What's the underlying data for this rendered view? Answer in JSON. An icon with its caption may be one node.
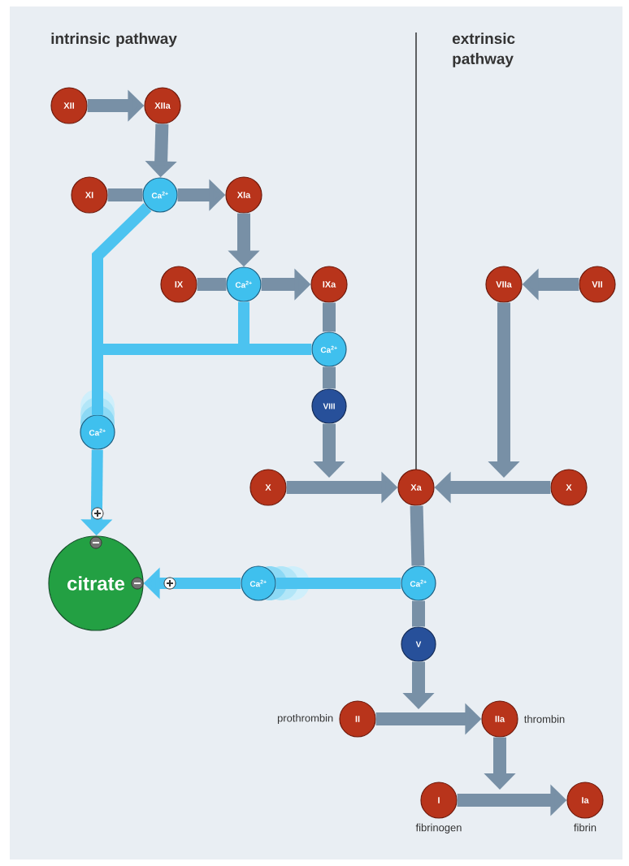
{
  "diagram": {
    "nodes": [
      {
        "text": [
          "XII"
        ]
      },
      {
        "text": [
          "XIIa"
        ]
      },
      {
        "text": [
          "XI"
        ]
      },
      {
        "text": [
          "Ca$^{2+}$"
        ]
      },
      {
        "text": [
          "XIa"
        ]
      },
      {
        "text": [
          "IX"
        ]
      },
      {
        "text": [
          "Ca$^{2+}$"
        ]
      },
      {
        "text": [
          "IXa"
        ]
      },
      {
        "text": [
          "VIIa"
        ]
      },
      {
        "text": [
          "VII"
        ]
      },
      {
        "text": [
          "Ca$^{2+}$"
        ]
      },
      {
        "text": [
          "VIII"
        ]
      },
      {
        "text": [
          "Ca$^{2+}$"
        ]
      },
      {
        "text": [
          "X"
        ]
      },
      {
        "text": [
          "Xa"
        ]
      },
      {
        "text": [
          "X"
        ]
      },
      {
        "text": [
          "citrate"
        ]
      },
      {
        "text": [
          "Ca$^{2+}$"
        ]
      },
      {
        "text": [
          "Ca$^{2+}$"
        ]
      },
      {
        "text": [
          "V"
        ]
      },
      {
        "text": [
          "II"
        ],
        "beside": [
          "prothrombin"
        ]
      },
      {
        "text": [
          "IIa"
        ],
        "beside": [
          "thrombin"
        ]
      },
      {
        "text": [
          "I"
        ],
        "beside": [
          "fibrinogen"
        ]
      },
      {
        "text": [
          "Ia"
        ],
        "beside": [
          "fibrin"
        ]
      }
    ],
    "edges": [
      {
        "from": 0,
        "to": 1,
        "arrow": "to"
      },
      {
        "from": 1,
        "to": 3,
        "arrow": "to"
      },
      {
        "from": 2,
        "to": 3,
        "arrow": "none"
      },
      {
        "from": 3,
        "to": 4,
        "arrow": "to"
      },
      {
        "from": 4,
        "to": 6,
        "arrow": "to"
      },
      {
        "from": 5,
        "to": 6,
        "arrow": "none"
      },
      {
        "from": 6,
        "to": 7,
        "arrow": "to"
      },
      {
        "from": 9,
        "to": 8,
        "arrow": "to"
      },
      {
        "from": 7,
        "to": 10,
        "arrow": "none"
      },
      {
        "from": 10,
        "to": 11,
        "arrow": "none"
      },
      {
        "from": 11,
        "to": null,
        "arrow": "to"
      },
      {
        "from": 8,
        "to": null,
        "arrow": "to"
      },
      {
        "from": 13,
        "to": 14,
        "arrow": "to"
      },
      {
        "from": 15,
        "to": 14,
        "arrow": "to"
      },
      {
        "from": 14,
        "to": 18,
        "arrow": "none"
      },
      {
        "from": 18,
        "to": 19,
        "arrow": "none"
      },
      {
        "from": 19,
        "to": null,
        "arrow": "to"
      },
      {
        "from": 20,
        "to": 21,
        "arrow": "to"
      },
      {
        "from": 21,
        "to": null,
        "arrow": "to"
      },
      {
        "from": 22,
        "to": 23,
        "arrow": "to"
      },
      {
        "from": 3,
        "to": 12,
        "arrow": "none",
        "color": "#4cc3f0"
      },
      {
        "from": 6,
        "to": 12,
        "arrow": "none",
        "color": "#4cc3f0"
      },
      {
        "from": 10,
        "to": 12,
        "arrow": "none",
        "color": "#4cc3f0"
      },
      {
        "from": 12,
        "to": 16,
        "arrow": "to",
        "color": "#4cc3f0"
      },
      {
        "from": 18,
        "to": 17,
        "arrow": "none",
        "color": "#4cc3f0"
      },
      {
        "from": 17,
        "to": 16,
        "arrow": "to",
        "color": "#4cc3f0"
      }
    ],
    "labels": [
      "intrinsic pathway",
      "extrinsic pathway"
    ]
  }
}
